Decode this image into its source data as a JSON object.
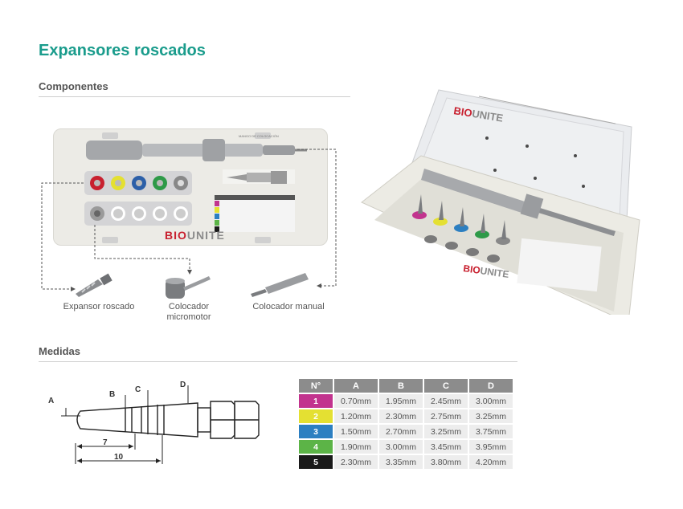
{
  "page": {
    "title": "Expansores roscados",
    "section_components": "Componentes",
    "section_measures": "Medidas"
  },
  "brand": {
    "name": "BIOUNITE",
    "color_red": "#c8202f",
    "color_gray": "#8a8a8a"
  },
  "components": [
    {
      "label": "Expansor roscado"
    },
    {
      "label": "Colocador micromotor"
    },
    {
      "label": "Colocador manual"
    }
  ],
  "diagram": {
    "labels": {
      "a": "A",
      "b": "B",
      "c": "C",
      "d": "D",
      "len7": "7",
      "len10": "10"
    }
  },
  "table": {
    "headers": [
      "N°",
      "A",
      "B",
      "C",
      "D"
    ],
    "rows": [
      {
        "n": "1",
        "color": "#c2338e",
        "a": "0.70mm",
        "b": "1.95mm",
        "c": "2.45mm",
        "d": "3.00mm"
      },
      {
        "n": "2",
        "color": "#e4e032",
        "a": "1.20mm",
        "b": "2.30mm",
        "c": "2.75mm",
        "d": "3.25mm"
      },
      {
        "n": "3",
        "color": "#2c7fc1",
        "a": "1.50mm",
        "b": "2.70mm",
        "c": "3.25mm",
        "d": "3.75mm"
      },
      {
        "n": "4",
        "color": "#5cb447",
        "a": "1.90mm",
        "b": "3.00mm",
        "c": "3.45mm",
        "d": "3.95mm"
      },
      {
        "n": "5",
        "color": "#1a1a1a",
        "a": "2.30mm",
        "b": "3.35mm",
        "c": "3.80mm",
        "d": "4.20mm"
      }
    ]
  },
  "colors": {
    "accent": "#1a9c8c",
    "header_gray": "#8c8c8c",
    "cell_gray": "#ededed"
  }
}
